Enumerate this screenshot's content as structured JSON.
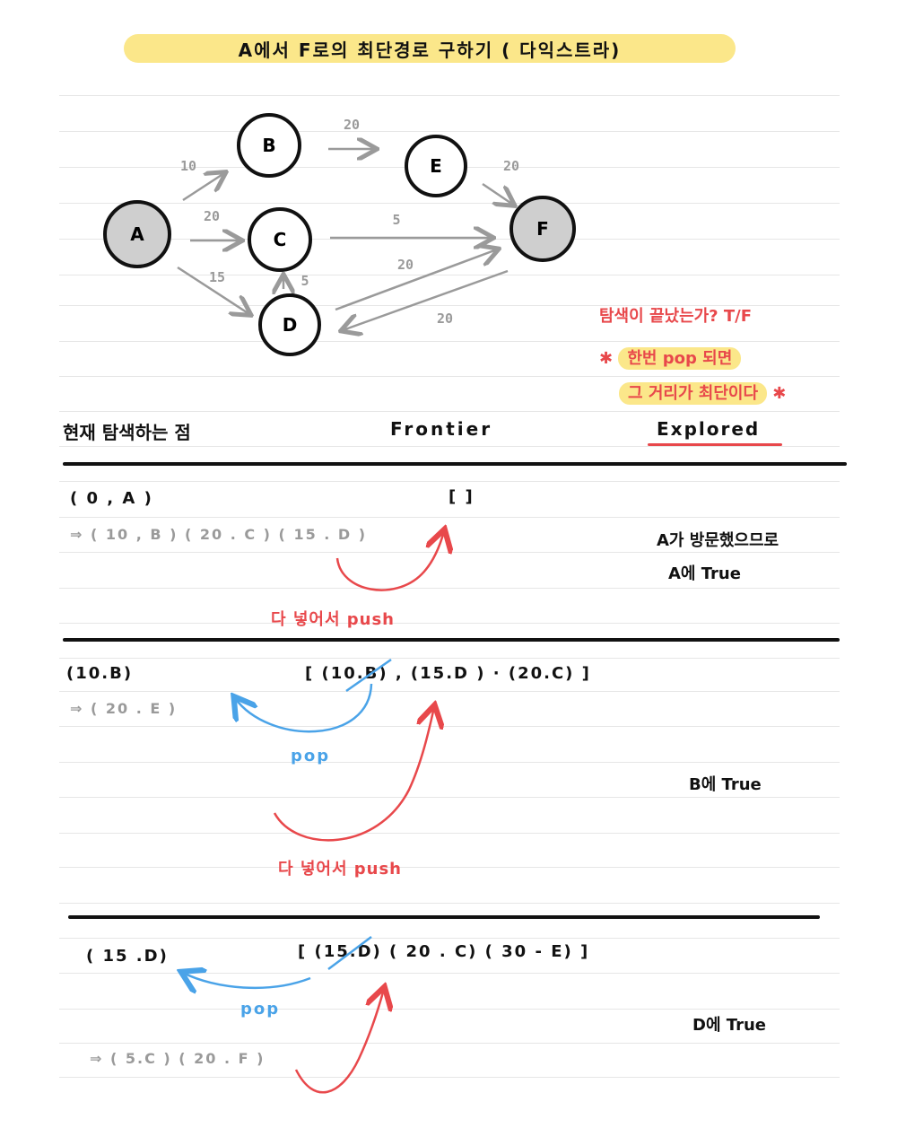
{
  "title": "A에서 F로의 최단경로 구하기 ( 다익스트라)",
  "graph": {
    "nodes": [
      {
        "id": "A",
        "label": "A",
        "filled": true
      },
      {
        "id": "B",
        "label": "B",
        "filled": false
      },
      {
        "id": "C",
        "label": "C",
        "filled": false
      },
      {
        "id": "D",
        "label": "D",
        "filled": false
      },
      {
        "id": "E",
        "label": "E",
        "filled": false
      },
      {
        "id": "F",
        "label": "F",
        "filled": true
      }
    ],
    "edges": [
      {
        "from": "A",
        "to": "B",
        "weight": "10"
      },
      {
        "from": "A",
        "to": "C",
        "weight": "20"
      },
      {
        "from": "A",
        "to": "D",
        "weight": "15"
      },
      {
        "from": "D",
        "to": "C",
        "weight": "5"
      },
      {
        "from": "B",
        "to": "E",
        "weight": "20"
      },
      {
        "from": "E",
        "to": "F",
        "weight": "20"
      },
      {
        "from": "C",
        "to": "F",
        "weight": "5"
      },
      {
        "from": "D",
        "to": "F",
        "weight": "20"
      },
      {
        "from": "F",
        "to": "D",
        "weight": "20"
      }
    ]
  },
  "notes": {
    "question": "탐색이 끝났는가? T/F",
    "rule_line1": "한번 pop 되면",
    "rule_line2": "그 거리가 최단이다",
    "star": "✱"
  },
  "columns": {
    "current": "현재 탐색하는 점",
    "frontier": "Frontier",
    "explored": "Explored"
  },
  "steps": [
    {
      "current": "( 0 , A )",
      "frontier": "[ ]",
      "neighbors": "⇒ ( 10 , B ) ( 20 . C ) ( 15 . D )",
      "action_push": "다 넣어서 push",
      "explored_line1": "A가 방문했으므로",
      "explored_line2": "A에 True"
    },
    {
      "current": "(10.B)",
      "frontier": "[ (10.B) , (15.D ) · (20.C) ]",
      "neighbors": "⇒ ( 20 . E )",
      "action_pop": "pop",
      "action_push": "다 넣어서 push",
      "explored_line1": "B에 True"
    },
    {
      "current": "( 15 .D)",
      "frontier": "[ (15.D) ( 20 . C) ( 30 - E) ]",
      "neighbors": "⇒ ( 5.C ) ( 20 . F )",
      "action_pop": "pop",
      "explored_line1": "D에 True"
    }
  ]
}
